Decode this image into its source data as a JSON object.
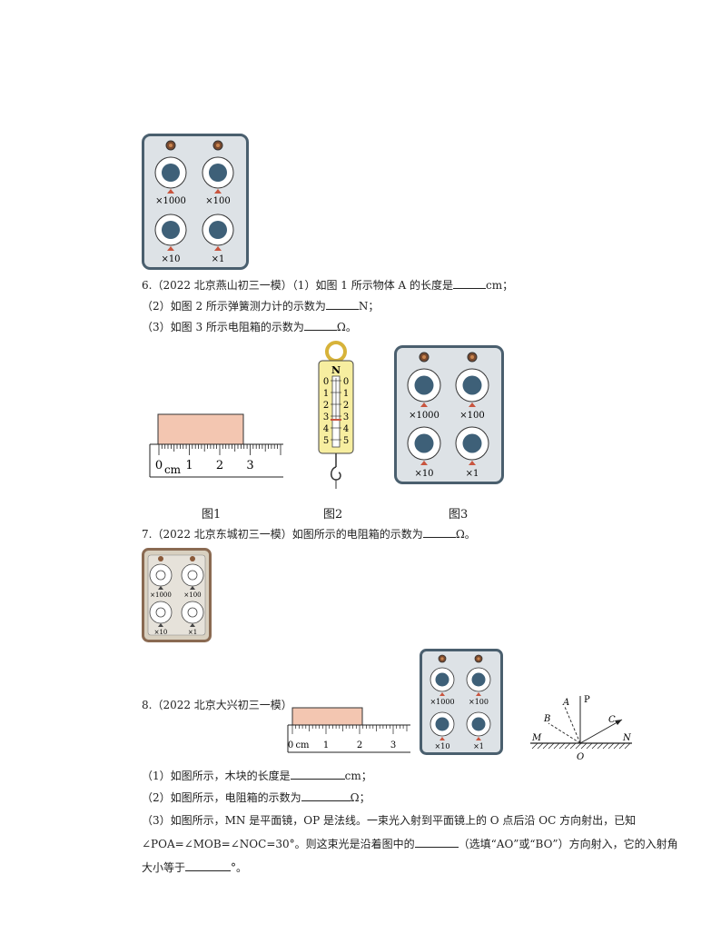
{
  "q6": {
    "line1_prefix": "6.（2022 北京燕山初三一模）（1）如图 1 所示物体 A 的长度是",
    "line1_suffix": "cm；",
    "line2_prefix": "（2）如图 2 所示弹簧测力计的示数为",
    "line2_suffix": "N；",
    "line3_prefix": "（3）如图 3 所示电阻箱的示数为",
    "line3_suffix": "Ω。",
    "captions": [
      "图1",
      "图2",
      "图3"
    ]
  },
  "q7": {
    "prefix": "7.（2022 北京东城初三一模）如图所示的电阻箱的示数为",
    "suffix": "Ω。"
  },
  "q8": {
    "header": "8.（2022 北京大兴初三一模）",
    "part1_prefix": "（1）如图所示，木块的长度是",
    "part1_suffix": "cm；",
    "part2_prefix": "（2）如图所示，电阻箱的示数为",
    "part2_suffix": "Ω；",
    "part3_line1": "（3）如图所示，MN 是平面镜，OP 是法线。一束光入射到平面镜上的 O 点后沿 OC 方向射出，已知",
    "part3_line2_prefix": "∠POA=∠MOB=∠NOC=30°。则这束光是沿着图中的",
    "part3_line2_suffix": "（选填“AO”或“BO”）方向射入，它的入射角",
    "part3_line3_prefix": "大小等于",
    "part3_line3_suffix": "°。"
  },
  "resistance_box": {
    "dial_labels": [
      "×1000",
      "×100",
      "×10",
      "×1"
    ]
  },
  "ruler": {
    "unit": "cm",
    "ticks": [
      "0",
      "1",
      "2",
      "3"
    ]
  },
  "spring_scale": {
    "unit": "N",
    "ticks": [
      "0",
      "1",
      "2",
      "3",
      "4",
      "5"
    ]
  },
  "mirror": {
    "labels": {
      "A": "A",
      "B": "B",
      "P": "P",
      "C": "C",
      "M": "M",
      "N": "N",
      "O": "O"
    }
  },
  "colors": {
    "box_frame": "#4a5f6e",
    "box_bg": "#dde2e6",
    "knob": "#3e6078",
    "marker": "#c9553f",
    "block": "#f3c6b1",
    "scale_body": "#f7eea0"
  }
}
